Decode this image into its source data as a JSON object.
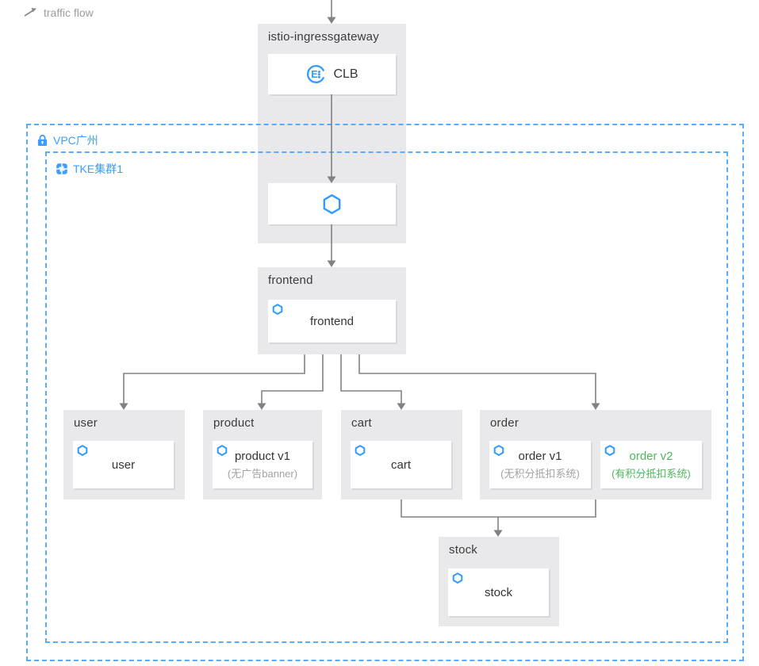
{
  "legend": {
    "label": "traffic flow"
  },
  "ingressgateway": {
    "title": "istio-ingressgateway",
    "clb_label": "CLB"
  },
  "boundaries": {
    "vpc_label": "VPC广州",
    "tke_label": "TKE集群1"
  },
  "services": {
    "frontend": {
      "title": "frontend",
      "pod": "frontend"
    },
    "user": {
      "title": "user",
      "pod": "user"
    },
    "product": {
      "title": "product",
      "pod": "product v1",
      "note": "(无广告banner)"
    },
    "cart": {
      "title": "cart",
      "pod": "cart"
    },
    "order": {
      "title": "order",
      "v1": {
        "pod": "order v1",
        "note": "(无积分抵扣系统)"
      },
      "v2": {
        "pod": "order v2",
        "note": "(有积分抵扣系统)"
      }
    },
    "stock": {
      "title": "stock",
      "pod": "stock"
    }
  },
  "icons": {
    "legend_arrow": "traffic-flow-arrow",
    "clb": "clb-load-balancer",
    "pod": "pod-hexagon",
    "vpc": "lock",
    "tke": "tke-cluster"
  },
  "colors": {
    "accent_blue": "#2F9BFF",
    "boundary_dash_blue": "#58ABFF",
    "label_blue": "#3E9CFF",
    "highlight_green": "#4FB65C",
    "panel_gray": "#E9E9EB",
    "connector_gray": "#828282",
    "text_dark": "#3B3B3B",
    "text_muted": "#A2A2A2"
  }
}
